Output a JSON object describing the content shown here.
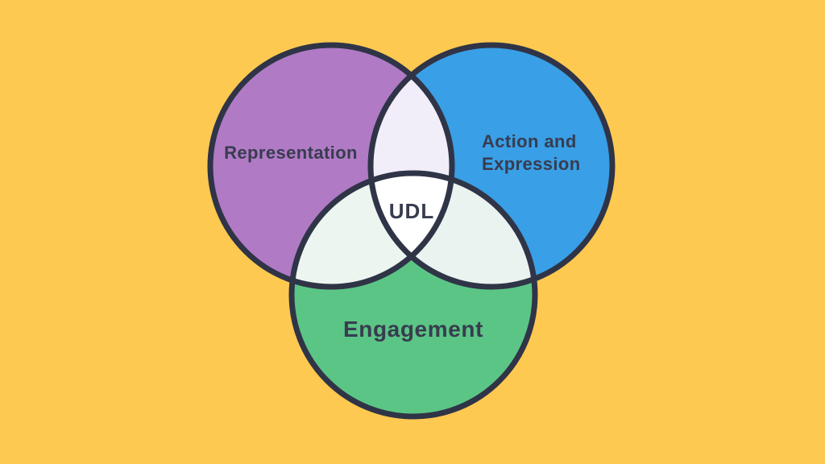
{
  "diagram": {
    "type": "venn",
    "center_label": "UDL",
    "circles": [
      {
        "id": "representation",
        "label": "Representation"
      },
      {
        "id": "action-expression",
        "label": "Action and Expression",
        "label_lines": [
          "Action and",
          "Expression"
        ]
      },
      {
        "id": "engagement",
        "label": "Engagement"
      }
    ]
  },
  "colors": {
    "background": "#FDC950",
    "outline": "#2F3447",
    "label_color": "#383C4F",
    "representation_fill": "#B07AC5",
    "action_expression_fill": "#399FE6",
    "engagement_fill": "#5BC585",
    "representation_action_overlap": "#F1EDF9",
    "representation_engagement_overlap": "#ECF5EF",
    "action_engagement_overlap": "#E9F3F0",
    "center_fill": "#FFFFFF"
  }
}
